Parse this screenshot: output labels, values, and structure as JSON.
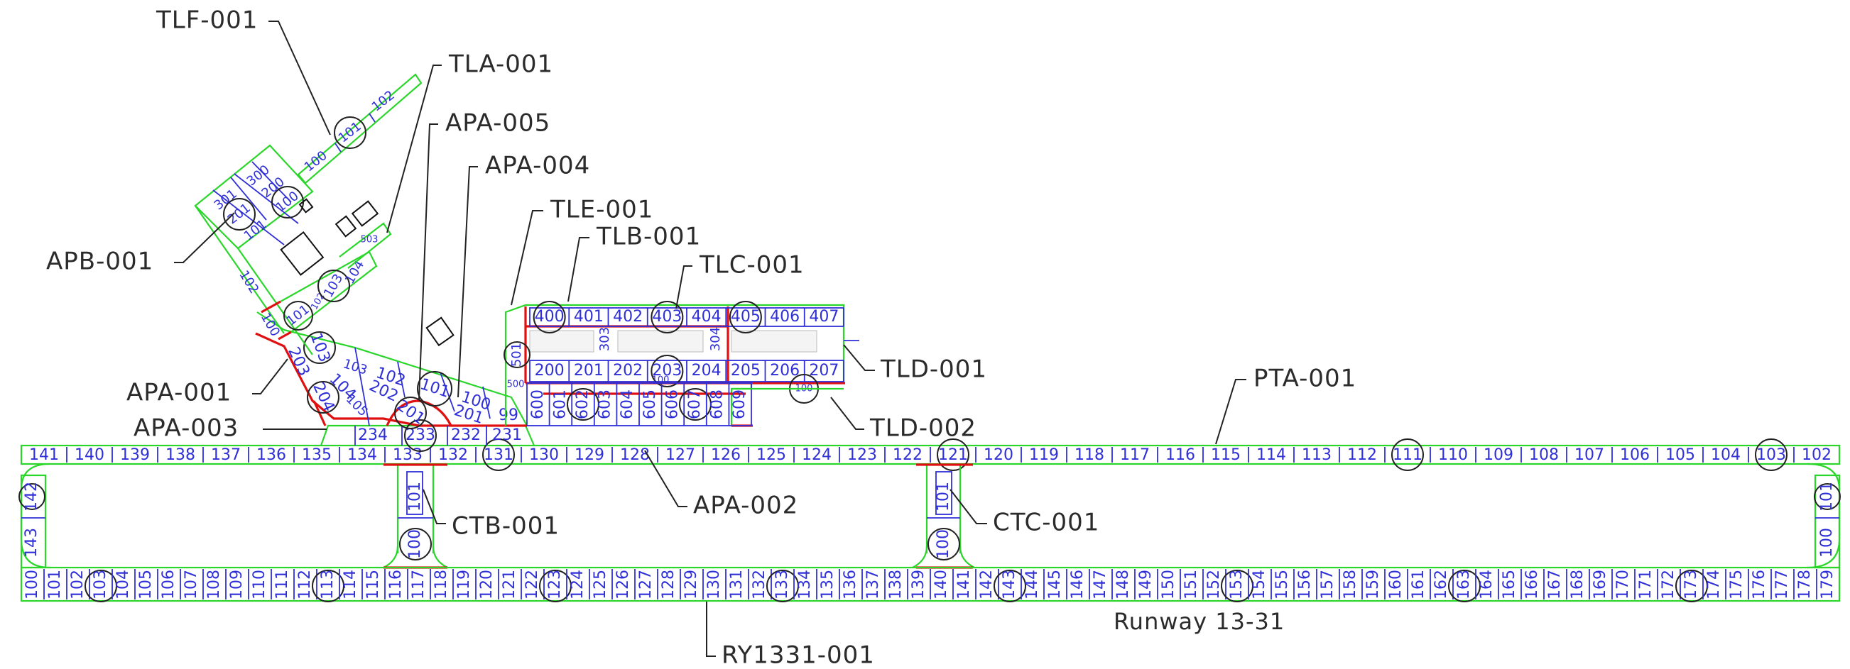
{
  "diagram": {
    "runway_label": "Runway 13-31",
    "callouts": [
      {
        "id": "tlf",
        "text": "TLF-001"
      },
      {
        "id": "tla",
        "text": "TLA-001"
      },
      {
        "id": "apa005",
        "text": "APA-005"
      },
      {
        "id": "apa004",
        "text": "APA-004"
      },
      {
        "id": "tle",
        "text": "TLE-001"
      },
      {
        "id": "tlb",
        "text": "TLB-001"
      },
      {
        "id": "tlc",
        "text": "TLC-001"
      },
      {
        "id": "apb",
        "text": "APB-001"
      },
      {
        "id": "tld1",
        "text": "TLD-001"
      },
      {
        "id": "tld2",
        "text": "TLD-002"
      },
      {
        "id": "apa001",
        "text": "APA-001"
      },
      {
        "id": "apa003",
        "text": "APA-003"
      },
      {
        "id": "pta",
        "text": "PTA-001"
      },
      {
        "id": "apa002",
        "text": "APA-002"
      },
      {
        "id": "ctb",
        "text": "CTB-001"
      },
      {
        "id": "ctc",
        "text": "CTC-001"
      },
      {
        "id": "ry",
        "text": "RY1331-001"
      }
    ],
    "parallel_taxiway_sections": [
      "141",
      "140",
      "139",
      "138",
      "137",
      "136",
      "135",
      "134",
      "133",
      "132",
      "131",
      "130",
      "129",
      "128",
      "127",
      "126",
      "125",
      "124",
      "123",
      "122",
      "121",
      "120",
      "119",
      "118",
      "117",
      "116",
      "115",
      "114",
      "113",
      "112",
      "111",
      "110",
      "109",
      "108",
      "107",
      "106",
      "105",
      "104",
      "103",
      "102"
    ],
    "parallel_taxiway_circled": [
      "131",
      "121",
      "111",
      "103"
    ],
    "runway_sections": [
      "100",
      "101",
      "102",
      "103",
      "104",
      "105",
      "106",
      "107",
      "108",
      "109",
      "110",
      "111",
      "112",
      "113",
      "114",
      "115",
      "116",
      "117",
      "118",
      "119",
      "120",
      "121",
      "122",
      "123",
      "124",
      "125",
      "126",
      "127",
      "128",
      "129",
      "130",
      "131",
      "132",
      "133",
      "134",
      "135",
      "136",
      "137",
      "138",
      "139",
      "140",
      "141",
      "142",
      "143",
      "144",
      "145",
      "146",
      "147",
      "148",
      "149",
      "150",
      "151",
      "152",
      "153",
      "154",
      "155",
      "156",
      "157",
      "158",
      "159",
      "160",
      "161",
      "162",
      "163",
      "164",
      "165",
      "166",
      "167",
      "168",
      "169",
      "170",
      "171",
      "172",
      "173",
      "174",
      "175",
      "176",
      "177",
      "178",
      "179"
    ],
    "runway_circled": [
      "103",
      "113",
      "123",
      "133",
      "143",
      "153",
      "163",
      "173"
    ],
    "left_connector_sections": [
      "142",
      "143"
    ],
    "right_connector_sections": [
      "101",
      "100"
    ],
    "connector_ctb_sections": [
      "101",
      "100"
    ],
    "connector_ctc_sections": [
      "101",
      "100"
    ],
    "tl_row_400": [
      "400",
      "401",
      "402",
      "403",
      "404",
      "405",
      "406",
      "407"
    ],
    "tl_row_200": [
      "200",
      "201",
      "202",
      "203",
      "204",
      "205",
      "206",
      "207"
    ],
    "tl_row_600": [
      "600",
      "601",
      "602",
      "603",
      "604",
      "605",
      "606",
      "607",
      "608",
      "609"
    ],
    "tl_misc": [
      "501",
      "500",
      "303",
      "304",
      "100",
      "100"
    ],
    "apa_sections": [
      "234",
      "233",
      "232",
      "231",
      "103",
      "102",
      "101",
      "100",
      "99",
      "202",
      "201",
      "203",
      "204",
      "104",
      "105",
      "103",
      "101",
      "100"
    ],
    "apb_sections": [
      "301",
      "300",
      "201",
      "200",
      "101",
      "100",
      "102",
      "100",
      "101",
      "102",
      "103",
      "104",
      "503"
    ],
    "tlf_sections": [
      "100",
      "101",
      "102"
    ]
  }
}
